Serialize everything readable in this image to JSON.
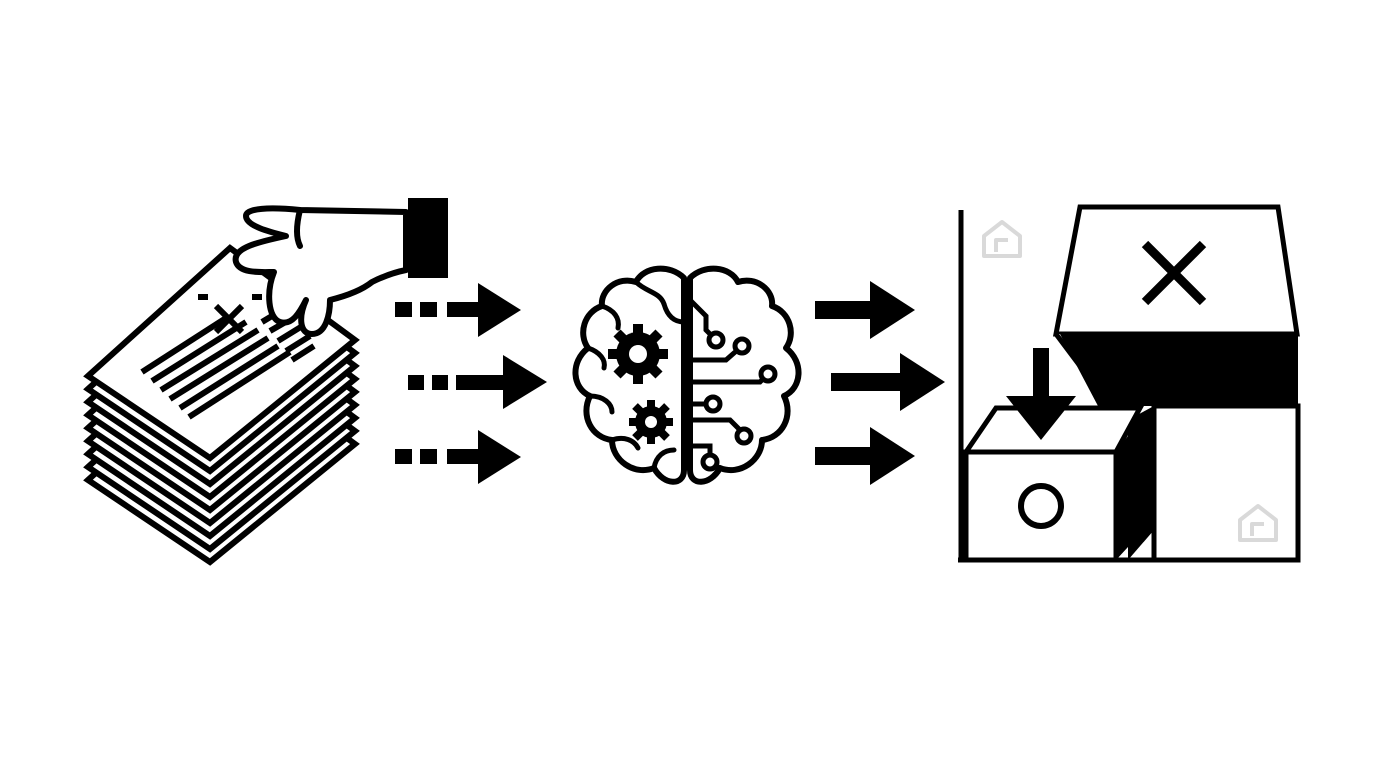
{
  "diagram": {
    "stages": [
      {
        "id": "document-stack",
        "icon": "hand-holding-documents-icon"
      },
      {
        "id": "processing",
        "icon": "brain-gear-circuit-icon"
      },
      {
        "id": "sorting",
        "icon": "box-sorting-icon"
      }
    ],
    "connectors": [
      {
        "from": "document-stack",
        "to": "processing",
        "style": "dashed-arrow",
        "count": 3
      },
      {
        "from": "processing",
        "to": "sorting",
        "style": "solid-arrow",
        "count": 3
      }
    ],
    "colors": {
      "ink": "#000000",
      "paper": "#ffffff",
      "watermark": "#d9d9d9"
    }
  }
}
